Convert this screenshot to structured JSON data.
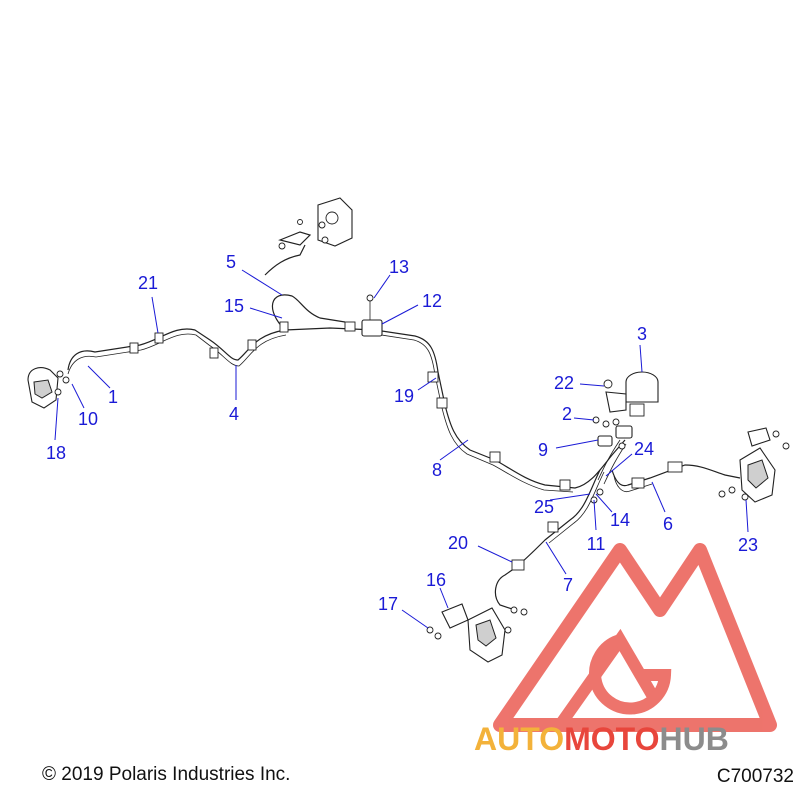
{
  "callouts": [
    {
      "id": "c1",
      "label": "1"
    },
    {
      "id": "c2",
      "label": "2"
    },
    {
      "id": "c3",
      "label": "3"
    },
    {
      "id": "c4",
      "label": "4"
    },
    {
      "id": "c5",
      "label": "5"
    },
    {
      "id": "c6",
      "label": "6"
    },
    {
      "id": "c7",
      "label": "7"
    },
    {
      "id": "c8",
      "label": "8"
    },
    {
      "id": "c9",
      "label": "9"
    },
    {
      "id": "c10",
      "label": "10"
    },
    {
      "id": "c11",
      "label": "11"
    },
    {
      "id": "c12",
      "label": "12"
    },
    {
      "id": "c13",
      "label": "13"
    },
    {
      "id": "c14",
      "label": "14"
    },
    {
      "id": "c15",
      "label": "15"
    },
    {
      "id": "c16",
      "label": "16"
    },
    {
      "id": "c17",
      "label": "17"
    },
    {
      "id": "c18",
      "label": "18"
    },
    {
      "id": "c19",
      "label": "19"
    },
    {
      "id": "c20",
      "label": "20"
    },
    {
      "id": "c21",
      "label": "21"
    },
    {
      "id": "c22",
      "label": "22"
    },
    {
      "id": "c23",
      "label": "23"
    },
    {
      "id": "c24",
      "label": "24"
    },
    {
      "id": "c25",
      "label": "25"
    }
  ],
  "watermark": {
    "part1": "AUTO",
    "part2": "MOTO",
    "part3": "HUB",
    "colors": {
      "red": "#e8463c",
      "orange": "#f3b23a",
      "gray": "#8c8c8c"
    }
  },
  "footer": {
    "copyright": "© 2019 Polaris Industries Inc.",
    "code": "C700732"
  },
  "colors": {
    "callout": "#1a1ad6",
    "line": "#222222"
  }
}
